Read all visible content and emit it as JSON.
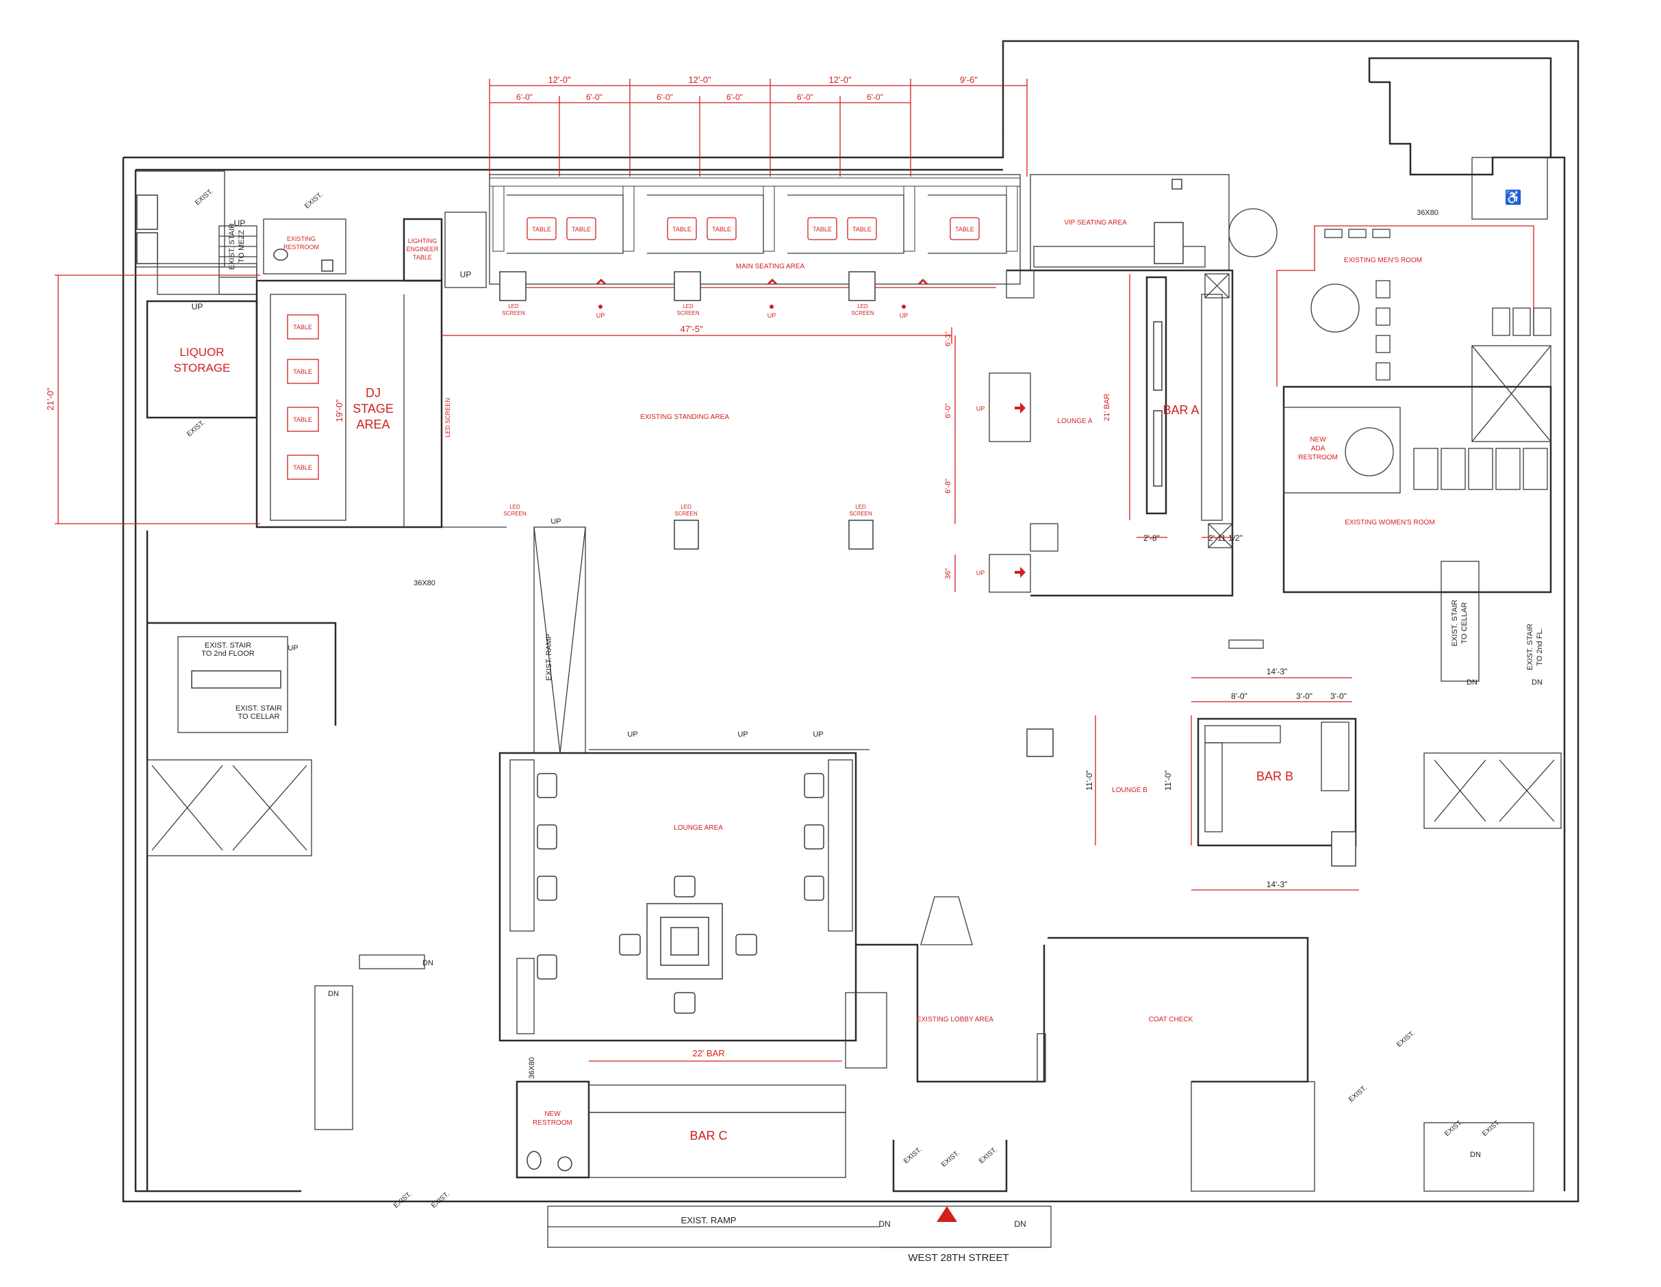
{
  "colors": {
    "accent": "#d11f1f",
    "line": "#2a2a2a"
  },
  "labels": {
    "dims_top_major": [
      "12'-0\"",
      "12'-0\"",
      "12'-0\"",
      "9'-6\""
    ],
    "dims_top_minor": [
      "6'-0\"",
      "6'-0\"",
      "6'-0\"",
      "6'-0\"",
      "6'-0\"",
      "6'-0\""
    ],
    "dim_47": "47'-5\"",
    "dim_21": "21'-0\"",
    "dim_19": "19'-0\"",
    "dim_6_3": "6'-3\"",
    "dim_6_0": "6'-0\"",
    "dim_6_8": "6'-8\"",
    "dim_36": "36\"",
    "dim_21bar": "21' BAR",
    "dim_2_8": "2'-8\"",
    "dim_2_112": "2'-11 1/2\"",
    "dim_14_3": "14'-3\"",
    "dim_8_0": "8'-0\"",
    "dim_3_0": "3'-0\"",
    "dim_11_0": "11'-0\"",
    "dim_22bar": "22' BAR",
    "table": "TABLE",
    "main_seating": "MAIN SEATING AREA",
    "vip_seating": "VIP SEATING AREA",
    "led_screen_a": "LED",
    "led_screen_b": "SCREEN",
    "led_screen_vert": "LED SCREEN",
    "up": "UP",
    "dn": "DN",
    "liquor_a": "LIQUOR",
    "liquor_b": "STORAGE",
    "dj_a": "DJ",
    "dj_b": "STAGE",
    "dj_c": "AREA",
    "lighting_a": "LIGHTING",
    "lighting_b": "ENGINEER",
    "lighting_c": "TABLE",
    "exist_restroom_a": "EXISTING",
    "exist_restroom_b": "RESTROOM",
    "standing": "EXISTING STANDING AREA",
    "lounge_a": "LOUNGE A",
    "bar_a": "BAR A",
    "mens": "EXISTING MEN'S ROOM",
    "womens": "EXISTING WOMEN'S ROOM",
    "ada_a": "NEW",
    "ada_b": "ADA",
    "ada_c": "RESTROOM",
    "d36x80": "36X80",
    "exist": "EXIST.",
    "stair_mezz_a": "EXIST. STAIR",
    "stair_mezz_b": "TO MEZZ",
    "stair_2nd_a": "EXIST. STAIR",
    "stair_2nd_b": "TO 2nd FLOOR",
    "stair_cellar_a": "EXIST. STAIR",
    "stair_cellar_b": "TO CELLAR",
    "stair_2ndfl_a": "EXIST. STAIR",
    "stair_2ndfl_b": "TO 2nd FL.",
    "exist_ramp": "EXIST. RAMP",
    "lounge_area": "LOUNGE AREA",
    "lounge_b": "LOUNGE B",
    "bar_b": "BAR B",
    "lobby": "EXISTING LOBBY AREA",
    "coat_check": "COAT CHECK",
    "new_restroom_a": "NEW",
    "new_restroom_b": "RESTROOM",
    "bar_c": "BAR C",
    "street": "WEST 28TH STREET"
  }
}
